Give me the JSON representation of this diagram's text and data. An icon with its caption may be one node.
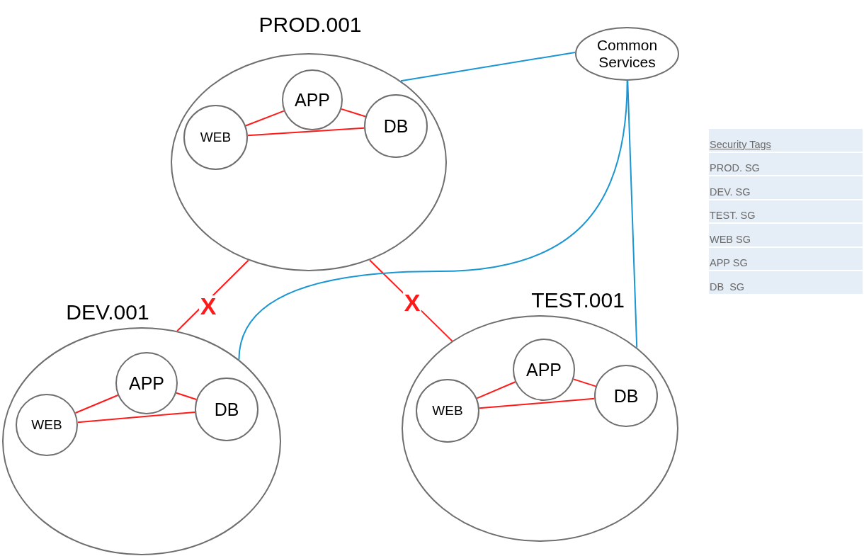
{
  "diagram": {
    "nodes": [
      {
        "text": [
          "PROD.001"
        ]
      },
      {
        "text": [
          "WEB"
        ],
        "in": 0
      },
      {
        "text": [
          "APP"
        ],
        "in": 0
      },
      {
        "text": [
          "DB"
        ],
        "in": 0
      },
      {
        "text": [
          "DEV.001"
        ]
      },
      {
        "text": [
          "WEB"
        ],
        "in": 4
      },
      {
        "text": [
          "APP"
        ],
        "in": 4
      },
      {
        "text": [
          "DB"
        ],
        "in": 4
      },
      {
        "text": [
          "TEST.001"
        ]
      },
      {
        "text": [
          "WEB"
        ],
        "in": 8
      },
      {
        "text": [
          "APP"
        ],
        "in": 8
      },
      {
        "text": [
          "DB"
        ],
        "in": 8
      },
      {
        "text": [
          "Common Services"
        ]
      }
    ],
    "edges": [
      {
        "from": 1,
        "to": 2,
        "arrow": "none"
      },
      {
        "from": 2,
        "to": 3,
        "arrow": "none"
      },
      {
        "from": 1,
        "to": 3,
        "arrow": "none"
      },
      {
        "from": 5,
        "to": 6,
        "arrow": "none"
      },
      {
        "from": 6,
        "to": 7,
        "arrow": "none"
      },
      {
        "from": 5,
        "to": 7,
        "arrow": "none"
      },
      {
        "from": 9,
        "to": 10,
        "arrow": "none"
      },
      {
        "from": 10,
        "to": 11,
        "arrow": "none"
      },
      {
        "from": 9,
        "to": 11,
        "arrow": "none"
      },
      {
        "from": 0,
        "to": 4,
        "arrow": "none",
        "label": "X"
      },
      {
        "from": 0,
        "to": 8,
        "arrow": "none",
        "label": "X"
      },
      {
        "from": 12,
        "to": 0,
        "arrow": "none",
        "color": "#1a96d2"
      },
      {
        "from": 12,
        "to": 4,
        "arrow": "none",
        "color": "#1a96d2"
      },
      {
        "from": 12,
        "to": 8,
        "arrow": "none",
        "color": "#1a96d2"
      }
    ],
    "labels": [
      "Security Tags",
      "PROD. SG",
      "DEV. SG",
      "TEST. SG",
      "WEB SG",
      "APP SG",
      "DB  SG"
    ]
  }
}
